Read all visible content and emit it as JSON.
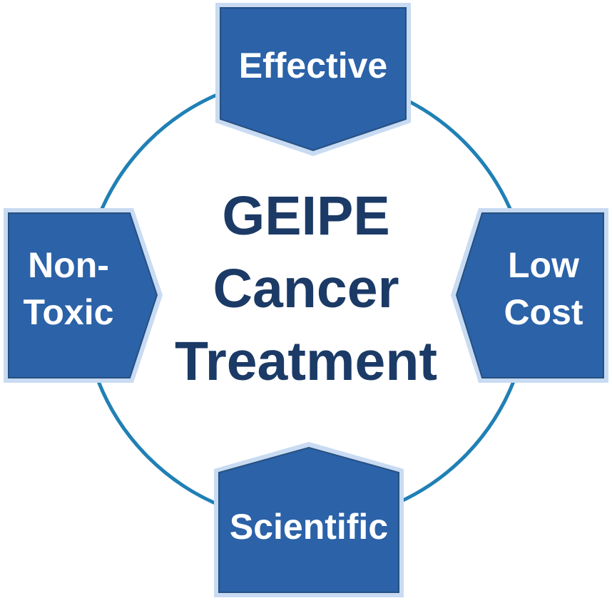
{
  "diagram": {
    "center_title": {
      "line1": "GEIPE",
      "line2": "Cancer",
      "line3": "Treatment"
    },
    "nodes": {
      "top": {
        "label": "Effective"
      },
      "right": {
        "line1": "Low",
        "line2": "Cost"
      },
      "bottom": {
        "label": "Scientific"
      },
      "left": {
        "line1": "Non-",
        "line2": "Toxic"
      }
    },
    "colors": {
      "node_fill": "#2B62A8",
      "node_border_light": "#C8DBF2",
      "node_border_dark": "#265080",
      "circle_stroke": "#2080B5",
      "center_text": "#1B3A66",
      "node_text": "#FFFFFF"
    }
  }
}
